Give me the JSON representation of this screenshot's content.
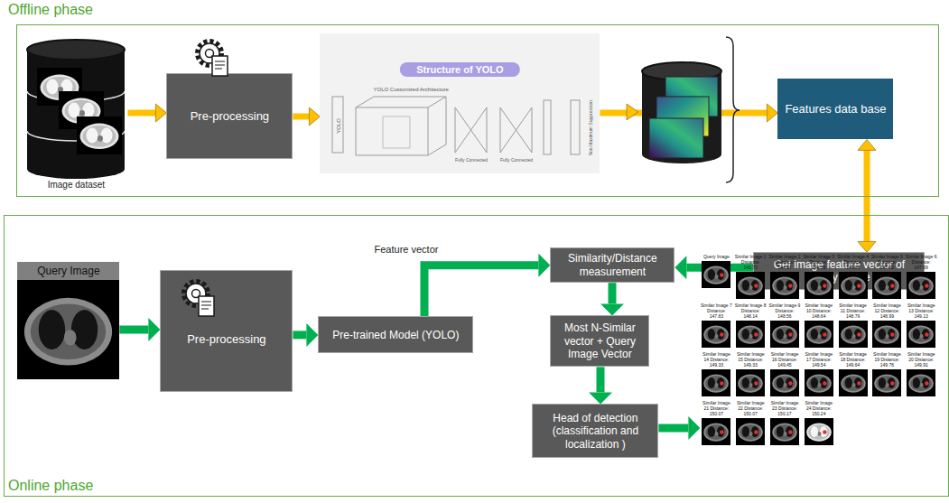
{
  "diagram": {
    "nodes": [
      {
        "text": [
          "Offline phase"
        ]
      },
      {
        "text": [
          "Image dataset"
        ],
        "in": 0
      },
      {
        "text": [
          "Pre-processing"
        ],
        "in": 0
      },
      {
        "text": [
          "Structure of YOLO"
        ],
        "in": 0
      },
      {
        "text": [
          "Features data base"
        ],
        "in": 0
      },
      {
        "text": [
          "Online phase"
        ]
      },
      {
        "text": [
          "Query Image"
        ],
        "in": 5
      },
      {
        "text": [
          "Pre-processing"
        ],
        "in": 5
      },
      {
        "text": [
          "Pre-trained Model (YOLO)"
        ],
        "in": 5
      },
      {
        "text": [
          "Similarity/Distance measurement"
        ],
        "in": 5
      },
      {
        "text": [
          "Get image feature vector of Query image"
        ],
        "in": 5
      },
      {
        "text": [
          "Most N-Similar vector + Query Image Vector"
        ],
        "in": 5
      },
      {
        "text": [
          "Head of detection (classification and localization )"
        ],
        "in": 5
      },
      {
        "text": [
          "Query Image",
          "Similar Image 1 Distance: 143.73",
          "Similar Image 2 Distance: 144.54",
          "Similar Image 3 Distance: 146.39",
          "Similar Image 4 Distance: 146.99",
          "Similar Image 5 Distance: 147.60",
          "Similar Image 6 Distance: 147.69",
          "Similar Image 7 Distance: 147.83",
          "Similar Image 8 Distance: 148.14",
          "Similar Image 9 Distance: 148.56",
          "Similar Image 10 Distance: 148.64",
          "Similar Image 11 Distance: 148.79",
          "Similar Image 12 Distance: 148.99",
          "Similar Image 13 Distance: 149.13",
          "Similar Image 14 Distance: 149.33",
          "Similar Image 15 Distance: 149.33",
          "Similar Image 16 Distance: 149.45",
          "Similar Image 17 Distance: 149.54",
          "Similar Image 18 Distance: 149.64",
          "Similar Image 19 Distance: 149.76",
          "Similar Image 20 Distance: 149.91",
          "Similar Image 21 Distance: 150.07",
          "Similar Image 22 Distance: 150.07",
          "Similar Image 23 Distance: 150.17",
          "Similar Image 24 Distance: 150.24"
        ],
        "in": 5
      }
    ],
    "edges": [
      {
        "from": 1,
        "to": 2,
        "arrow": "to"
      },
      {
        "from": 2,
        "to": 3,
        "arrow": "to"
      },
      {
        "from": 3,
        "to": 4,
        "arrow": "to"
      },
      {
        "from": 4,
        "to": 10,
        "arrow": "both"
      },
      {
        "from": 6,
        "to": 7,
        "arrow": "to"
      },
      {
        "from": 7,
        "to": 8,
        "arrow": "to"
      },
      {
        "from": 8,
        "to": 9,
        "arrow": "to",
        "label": "Feature vector"
      },
      {
        "from": 10,
        "to": 9,
        "arrow": "to"
      },
      {
        "from": 9,
        "to": 11,
        "arrow": "to"
      },
      {
        "from": 11,
        "to": 12,
        "arrow": "to"
      },
      {
        "from": 12,
        "to": 13,
        "arrow": "to"
      }
    ],
    "labels": [
      "YOLO",
      "YOLO Customized Architecture",
      "Fully Connected",
      "Fully Connected",
      "Non-Maximum Suppression"
    ]
  }
}
